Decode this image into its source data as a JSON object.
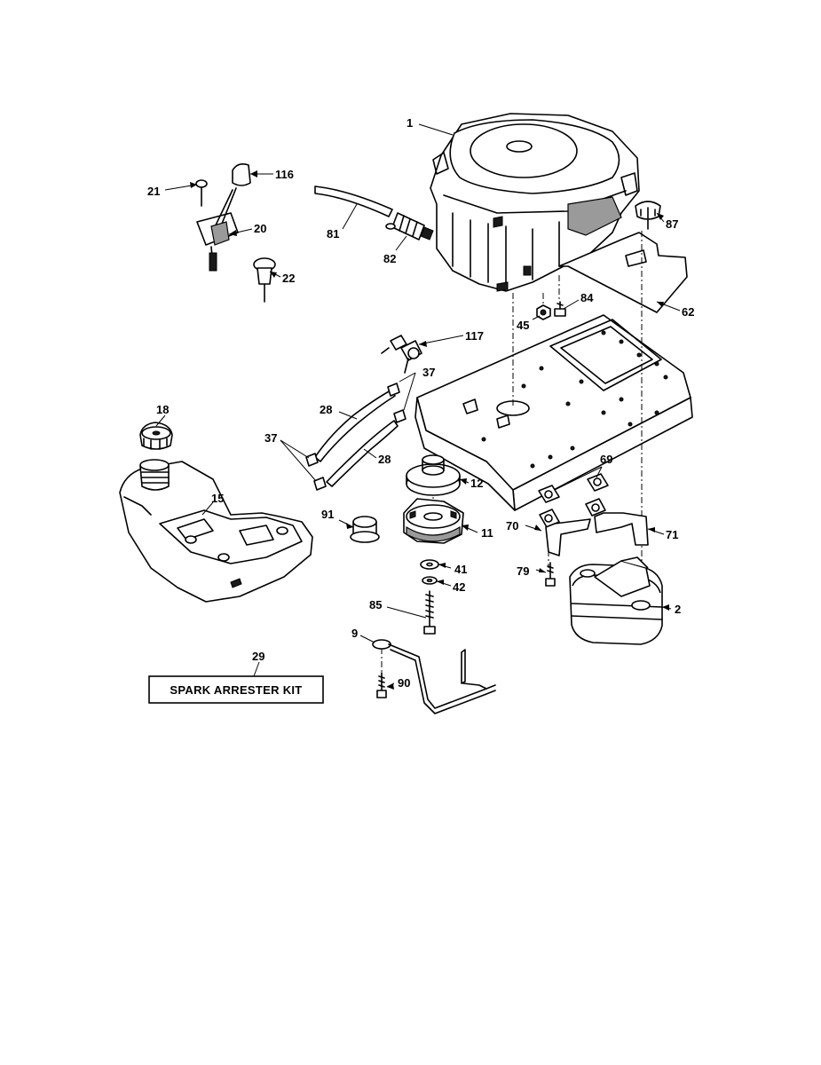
{
  "diagram": {
    "callouts": {
      "c1": "1",
      "c2": "2",
      "c9": "9",
      "c11": "11",
      "c12": "12",
      "c15": "15",
      "c18": "18",
      "c20": "20",
      "c21": "21",
      "c22": "22",
      "c28a": "28",
      "c28b": "28",
      "c29": "29",
      "c37a": "37",
      "c37b": "37",
      "c41": "41",
      "c42": "42",
      "c45": "45",
      "c62": "62",
      "c69": "69",
      "c70": "70",
      "c71": "71",
      "c79": "79",
      "c81": "81",
      "c82": "82",
      "c84": "84",
      "c85": "85",
      "c87": "87",
      "c90": "90",
      "c91": "91",
      "c116": "116",
      "c117": "117"
    },
    "kit_label": "SPARK ARRESTER KIT"
  }
}
